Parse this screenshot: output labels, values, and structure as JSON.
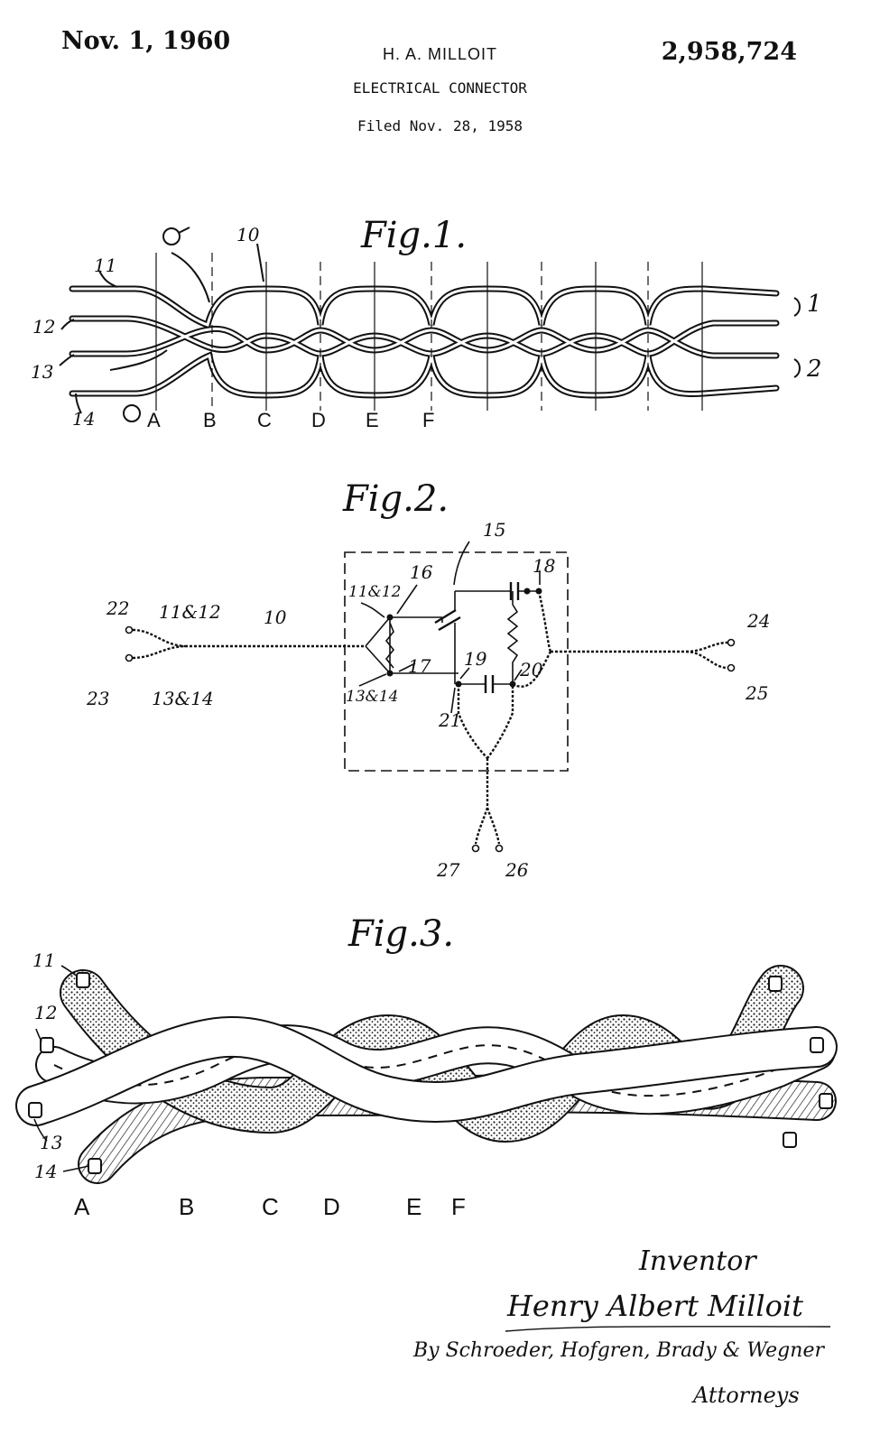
{
  "header": {
    "date": "Nov. 1, 1960",
    "inventor_name": "H. A. MILLOIT",
    "title": "ELECTRICAL CONNECTOR",
    "filed": "Filed Nov. 28, 1958",
    "patent_number": "2,958,724"
  },
  "fig1": {
    "label": "Fig.1.",
    "ref_10": "10",
    "ref_11": "11",
    "ref_12": "12",
    "ref_13": "13",
    "ref_14": "14",
    "pair_1": "1",
    "pair_2": "2",
    "positions": [
      "A",
      "B",
      "C",
      "D",
      "E",
      "F"
    ]
  },
  "fig2": {
    "label": "Fig.2.",
    "ref_10": "10",
    "ref_11a12_left": "11&12",
    "ref_13a14_left": "13&14",
    "ref_11a12_box": "11&12",
    "ref_13a14_box": "13&14",
    "ref_15": "15",
    "ref_16": "16",
    "ref_17": "17",
    "ref_18": "18",
    "ref_19": "19",
    "ref_20": "20",
    "ref_21": "21",
    "ref_22": "22",
    "ref_23": "23",
    "ref_24": "24",
    "ref_25": "25",
    "ref_26": "26",
    "ref_27": "27"
  },
  "fig3": {
    "label": "Fig.3.",
    "ref_11": "11",
    "ref_12": "12",
    "ref_13": "13",
    "ref_14": "14",
    "positions": [
      "A",
      "B",
      "C",
      "D",
      "E",
      "F"
    ]
  },
  "signature": {
    "heading": "Inventor",
    "name": "Henry Albert Milloit",
    "by_line": "By Schroeder, Hofgren, Brady & Wegner",
    "attorneys": "Attorneys"
  }
}
